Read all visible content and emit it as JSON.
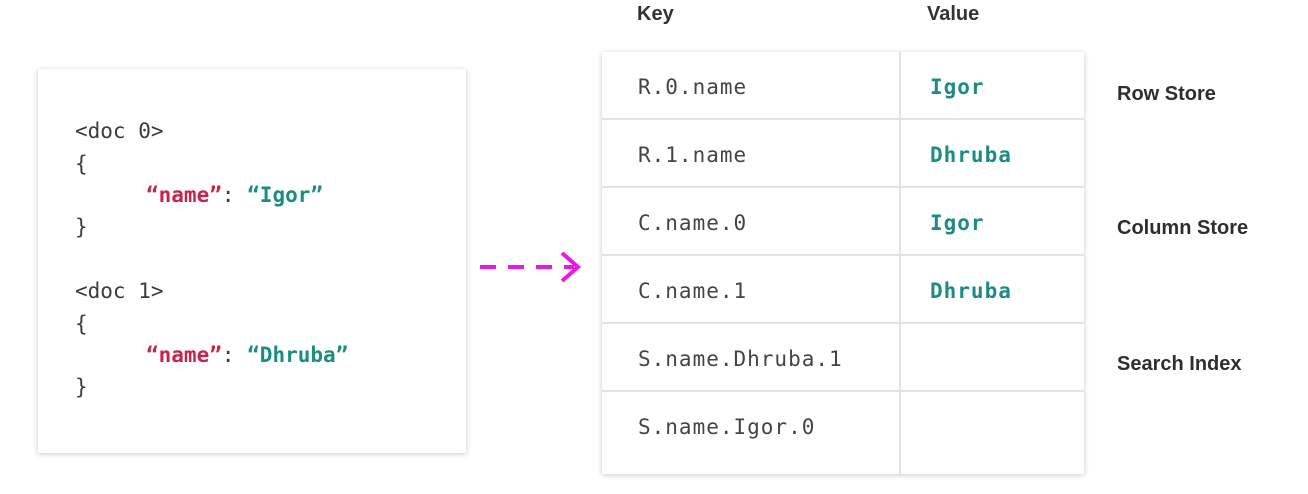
{
  "documents": [
    {
      "header": "<doc 0>",
      "open": "{",
      "key": "“name”",
      "sep": ": ",
      "value": "“Igor”",
      "close": "}"
    },
    {
      "header": "<doc 1>",
      "open": "{",
      "key": "“name”",
      "sep": ": ",
      "value": "“Dhruba”",
      "close": "}"
    }
  ],
  "table": {
    "key_header": "Key",
    "value_header": "Value",
    "rows": [
      {
        "key": "R.0.name",
        "value": "Igor"
      },
      {
        "key": "R.1.name",
        "value": "Dhruba"
      },
      {
        "key": "C.name.0",
        "value": "Igor"
      },
      {
        "key": "C.name.1",
        "value": "Dhruba"
      },
      {
        "key": "S.name.Dhruba.1",
        "value": ""
      },
      {
        "key": "S.name.Igor.0",
        "value": ""
      }
    ]
  },
  "labels": {
    "row_store": "Row Store",
    "column_store": "Column Store",
    "search_index": "Search Index"
  },
  "colors": {
    "key_red": "#c8234e",
    "value_teal": "#1f8c83",
    "arrow_magenta": "#e81ae0"
  },
  "icons": {
    "arrow": "dashed-right-arrow-icon"
  }
}
